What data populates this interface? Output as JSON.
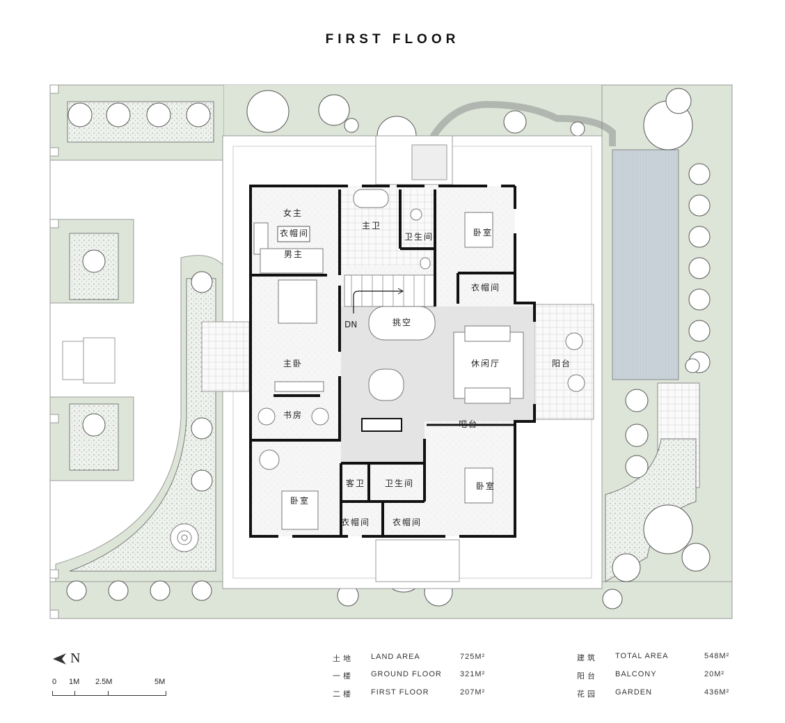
{
  "title": "FIRST FLOOR",
  "rooms": {
    "nvzhu": "女主",
    "closet_master": "衣帽间",
    "nanzhu": "男主",
    "master_bath": "主卫",
    "wc_top": "卫生间",
    "bedroom_ne": "卧室",
    "closet_ne": "衣帽间",
    "void": "挑空",
    "dn": "DN",
    "master_bedroom": "主卧",
    "lounge": "休闲厅",
    "balcony": "阳台",
    "study": "书房",
    "bar": "吧台",
    "guest_bath": "客卫",
    "wc_bottom": "卫生间",
    "bedroom_se": "卧室",
    "bedroom_sw": "卧室",
    "closet_s1": "衣帽间",
    "closet_s2": "衣帽间"
  },
  "north_label": "N",
  "scale": [
    "0",
    "1M",
    "2.5M",
    "5M"
  ],
  "areas": [
    {
      "cn": "土地",
      "en": "LAND AREA",
      "value": "725M²"
    },
    {
      "cn": "一楼",
      "en": "GROUND FLOOR",
      "value": "321M²"
    },
    {
      "cn": "二楼",
      "en": "FIRST FLOOR",
      "value": "207M²"
    },
    {
      "cn": "建筑",
      "en": "TOTAL AREA",
      "value": "548M²"
    },
    {
      "cn": "阳台",
      "en": "BALCONY",
      "value": "20M²"
    },
    {
      "cn": "花园",
      "en": "GARDEN",
      "value": "436M²"
    }
  ],
  "colors": {
    "garden": "#dde5d8",
    "planter": "#eef2ec",
    "pool": "#c8d2d8",
    "wall": "#111111",
    "hall": "#e4e4e4"
  }
}
